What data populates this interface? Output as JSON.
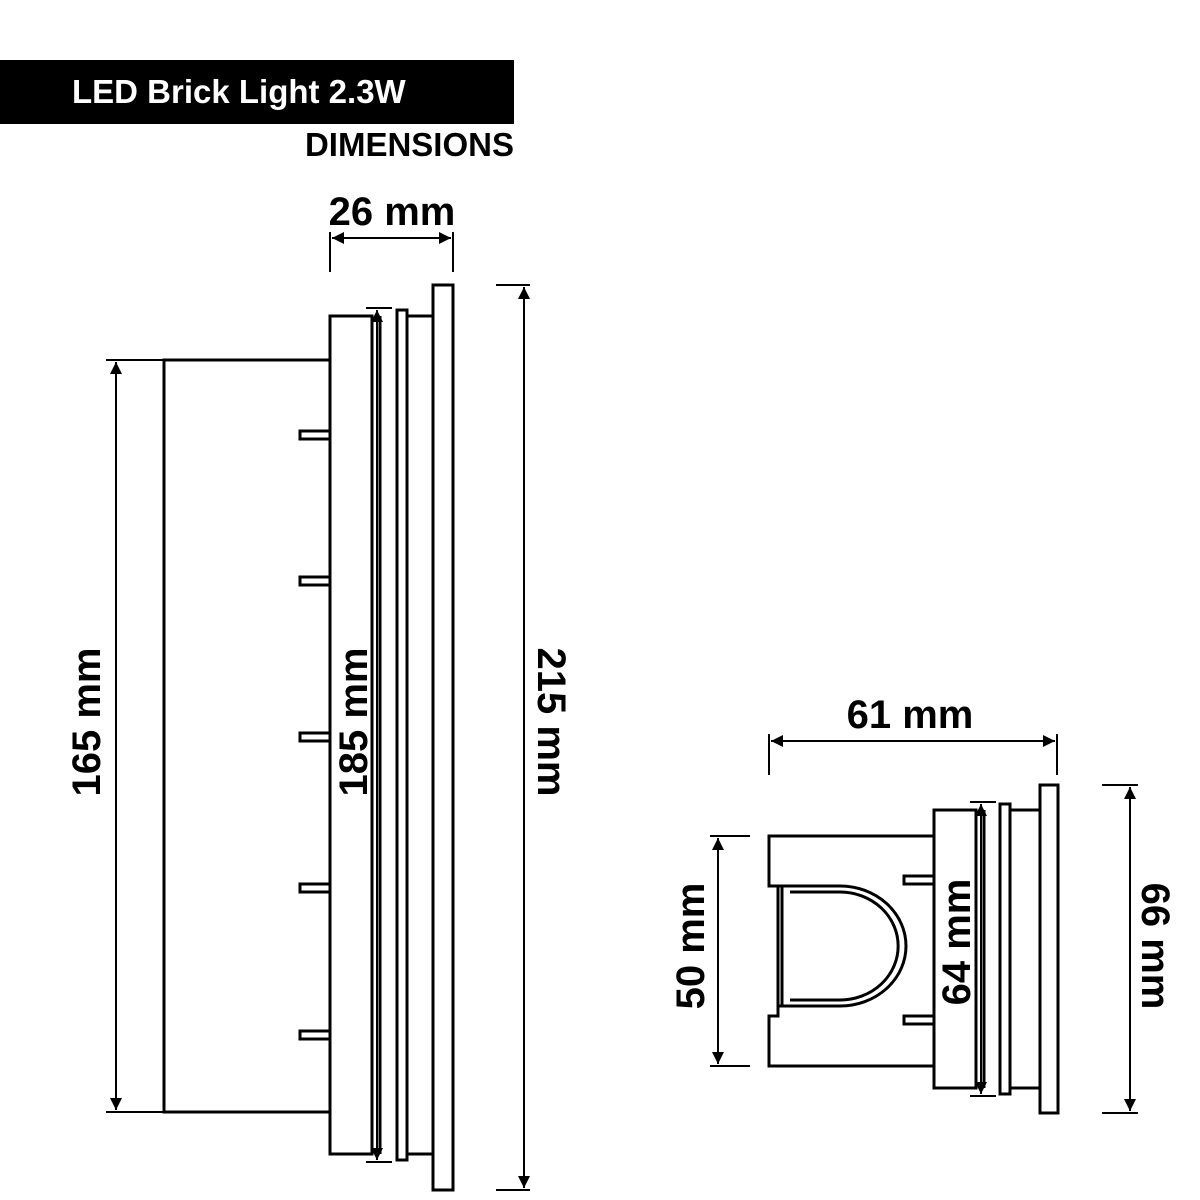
{
  "header": {
    "title": "LED Brick Light 2.3W",
    "subtitle": "DIMENSIONS"
  },
  "side_view": {
    "width_label": "26 mm",
    "body_height_label": "165 mm",
    "frame_height_label": "185 mm",
    "faceplate_height_label": "215 mm"
  },
  "end_view": {
    "depth_label": "61 mm",
    "body_height_label": "50 mm",
    "frame_height_label": "64 mm",
    "faceplate_height_label": "66 mm"
  }
}
